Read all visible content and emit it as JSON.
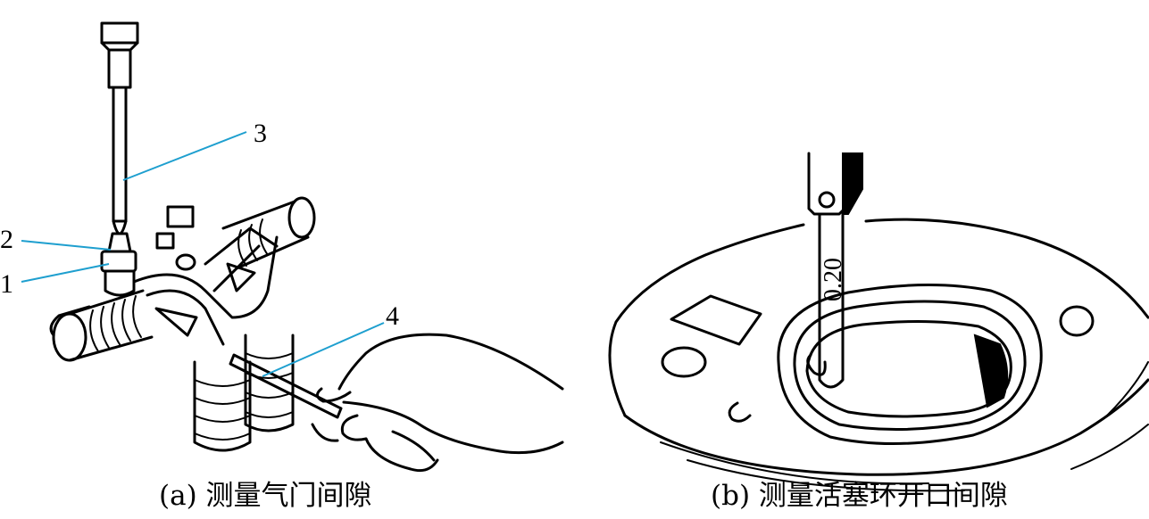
{
  "panel_a": {
    "caption": "(a) 测量气门间隙",
    "callouts": [
      "1",
      "2",
      "3",
      "4"
    ]
  },
  "panel_b": {
    "caption": "(b) 测量活塞环开口间隙",
    "gauge_label": "0.20"
  },
  "colors": {
    "leader_line": "#1e9fcf",
    "ink": "#000000",
    "background": "#ffffff"
  }
}
